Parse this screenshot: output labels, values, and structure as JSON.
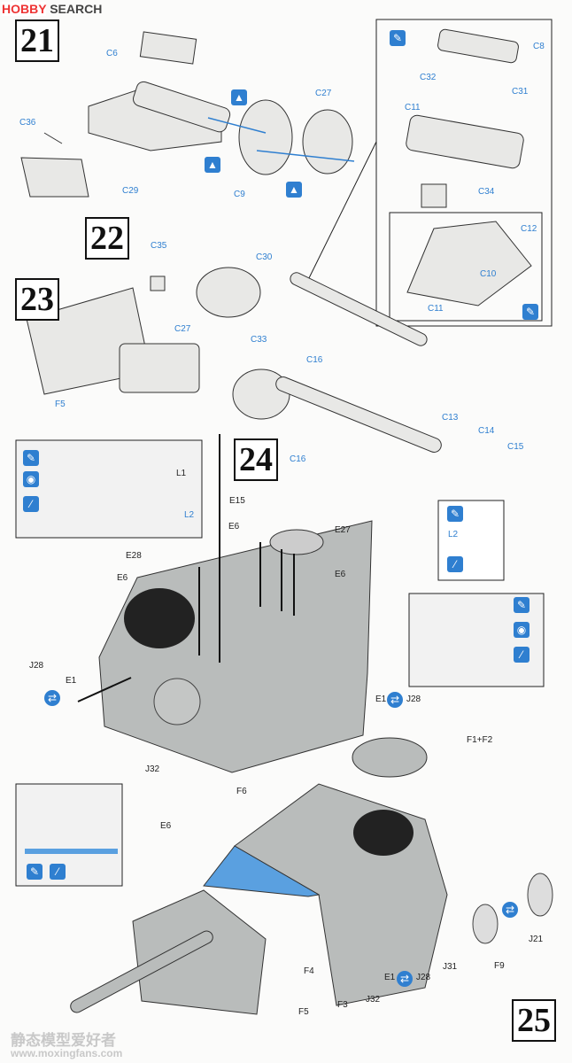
{
  "watermark_top": {
    "brand": "HOBBY",
    "suffix": "SEARCH"
  },
  "watermark_bottom": {
    "cn": "静态模型爱好者",
    "url": "www.moxingfans.com"
  },
  "steps": {
    "s21": "21",
    "s22": "22",
    "s23": "23",
    "s24": "24",
    "s25": "25"
  },
  "parts": {
    "C6": "C6",
    "C36": "C36",
    "C29": "C29",
    "C9": "C9",
    "C27a": "C27",
    "C8": "C8",
    "C32": "C32",
    "C31": "C31",
    "C11a": "C11",
    "C34": "C34",
    "C12": "C12",
    "C10": "C10",
    "C11b": "C11",
    "C35": "C35",
    "C30": "C30",
    "C33": "C33",
    "C27b": "C27",
    "F5a": "F5",
    "C16a": "C16",
    "C16b": "C16",
    "C13": "C13",
    "C14": "C14",
    "C15": "C15",
    "L1": "L1",
    "L2a": "L2",
    "L2b": "L2",
    "E15": "E15",
    "E27": "E27",
    "E6a": "E6",
    "E6b": "E6",
    "E6c": "E6",
    "E28": "E28",
    "J28a": "J28",
    "E1a": "E1",
    "E1b": "E1",
    "J28b": "J28",
    "J32a": "J32",
    "F1F2": "F1+F2",
    "F6": "F6",
    "E6d": "E6",
    "F4": "F4",
    "F3": "F3",
    "J32b": "J32",
    "E1c": "E1",
    "J28c": "J28",
    "J31": "J31",
    "F9": "F9",
    "J21": "J21",
    "F5b": "F5"
  },
  "colors": {
    "accent": "#2f7fd0",
    "hull": "#b9bcbb",
    "line": "#222222"
  }
}
